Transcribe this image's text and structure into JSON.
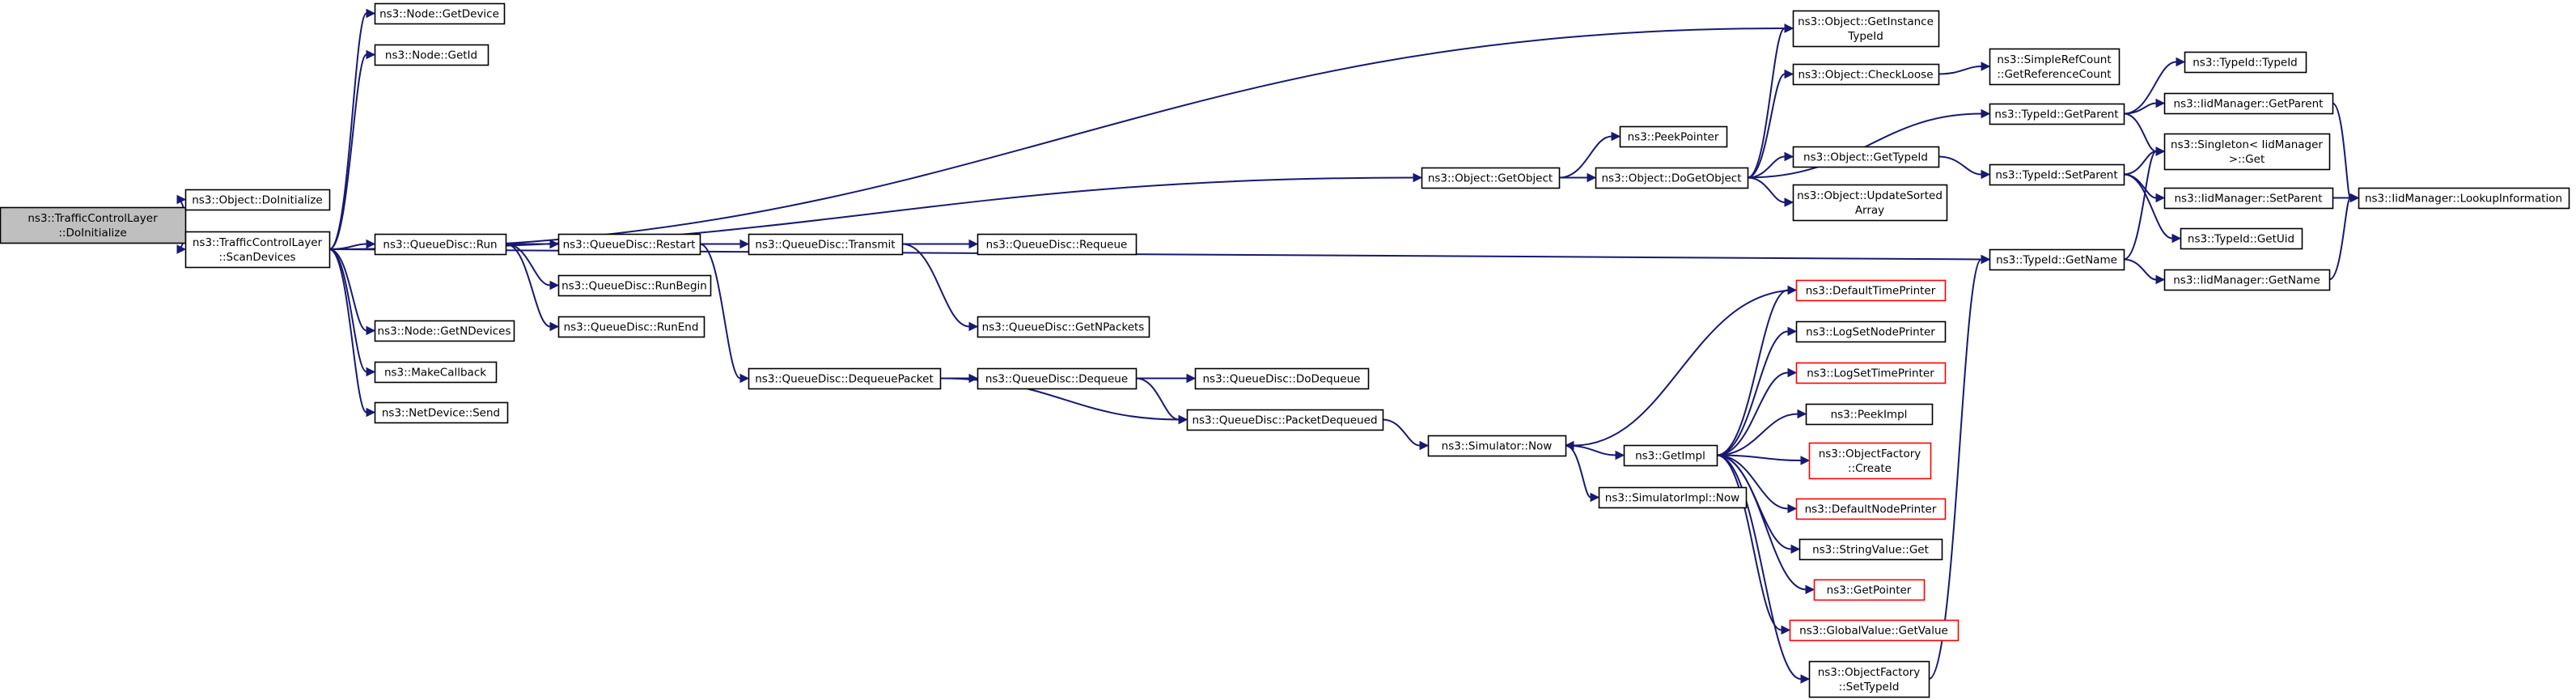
{
  "colors": {
    "edge": "#191970",
    "normal_border": "#000000",
    "missing_border": "#ff0000",
    "root_fill": "#bfbfbf",
    "fill": "#ffffff"
  },
  "nodes": [
    {
      "id": "root",
      "lines": [
        "ns3::TrafficControlLayer",
        "::DoInitialize"
      ],
      "style": "root"
    },
    {
      "id": "obj_doinit",
      "lines": [
        "ns3::Object::DoInitialize"
      ],
      "style": "normal"
    },
    {
      "id": "scan",
      "lines": [
        "ns3::TrafficControlLayer",
        "::ScanDevices"
      ],
      "style": "normal"
    },
    {
      "id": "getdevice",
      "lines": [
        "ns3::Node::GetDevice"
      ],
      "style": "normal"
    },
    {
      "id": "getid",
      "lines": [
        "ns3::Node::GetId"
      ],
      "style": "normal"
    },
    {
      "id": "qd_run",
      "lines": [
        "ns3::QueueDisc::Run"
      ],
      "style": "normal"
    },
    {
      "id": "getndev",
      "lines": [
        "ns3::Node::GetNDevices"
      ],
      "style": "normal"
    },
    {
      "id": "makecb",
      "lines": [
        "ns3::MakeCallback"
      ],
      "style": "normal"
    },
    {
      "id": "send",
      "lines": [
        "ns3::NetDevice::Send"
      ],
      "style": "normal"
    },
    {
      "id": "restart",
      "lines": [
        "ns3::QueueDisc::Restart"
      ],
      "style": "normal"
    },
    {
      "id": "runbegin",
      "lines": [
        "ns3::QueueDisc::RunBegin"
      ],
      "style": "normal"
    },
    {
      "id": "runend",
      "lines": [
        "ns3::QueueDisc::RunEnd"
      ],
      "style": "normal"
    },
    {
      "id": "transmit",
      "lines": [
        "ns3::QueueDisc::Transmit"
      ],
      "style": "normal"
    },
    {
      "id": "deqpkt",
      "lines": [
        "ns3::QueueDisc::DequeuePacket"
      ],
      "style": "normal"
    },
    {
      "id": "requeue",
      "lines": [
        "ns3::QueueDisc::Requeue"
      ],
      "style": "normal"
    },
    {
      "id": "getnpk",
      "lines": [
        "ns3::QueueDisc::GetNPackets"
      ],
      "style": "normal"
    },
    {
      "id": "dequeue",
      "lines": [
        "ns3::QueueDisc::Dequeue"
      ],
      "style": "normal"
    },
    {
      "id": "pktdeq",
      "lines": [
        "ns3::QueueDisc::PacketDequeued"
      ],
      "style": "normal"
    },
    {
      "id": "dodequeue",
      "lines": [
        "ns3::QueueDisc::DoDequeue"
      ],
      "style": "normal"
    },
    {
      "id": "getobject",
      "lines": [
        "ns3::Object::GetObject"
      ],
      "style": "normal"
    },
    {
      "id": "peekptr",
      "lines": [
        "ns3::PeekPointer"
      ],
      "style": "normal"
    },
    {
      "id": "dogetobj",
      "lines": [
        "ns3::Object::DoGetObject"
      ],
      "style": "normal"
    },
    {
      "id": "getinst",
      "lines": [
        "ns3::Object::GetInstance",
        "TypeId"
      ],
      "style": "normal"
    },
    {
      "id": "checkloose",
      "lines": [
        "ns3::Object::CheckLoose"
      ],
      "style": "normal"
    },
    {
      "id": "objgettid",
      "lines": [
        "ns3::Object::GetTypeId"
      ],
      "style": "normal"
    },
    {
      "id": "updsorted",
      "lines": [
        "ns3::Object::UpdateSorted",
        "Array"
      ],
      "style": "normal"
    },
    {
      "id": "simplerefc",
      "lines": [
        "ns3::SimpleRefCount",
        "::GetReferenceCount"
      ],
      "style": "normal"
    },
    {
      "id": "tid_getparent",
      "lines": [
        "ns3::TypeId::GetParent"
      ],
      "style": "normal"
    },
    {
      "id": "tid_setparent",
      "lines": [
        "ns3::TypeId::SetParent"
      ],
      "style": "normal"
    },
    {
      "id": "tid_getname",
      "lines": [
        "ns3::TypeId::GetName"
      ],
      "style": "normal"
    },
    {
      "id": "tid_typeid",
      "lines": [
        "ns3::TypeId::TypeId"
      ],
      "style": "normal"
    },
    {
      "id": "iid_getparent",
      "lines": [
        "ns3::IidManager::GetParent"
      ],
      "style": "normal"
    },
    {
      "id": "singleton",
      "lines": [
        "ns3::Singleton< IidManager",
        ">::Get"
      ],
      "style": "normal"
    },
    {
      "id": "iid_setparent",
      "lines": [
        "ns3::IidManager::SetParent"
      ],
      "style": "normal"
    },
    {
      "id": "tid_getuid",
      "lines": [
        "ns3::TypeId::GetUid"
      ],
      "style": "normal"
    },
    {
      "id": "iid_getname",
      "lines": [
        "ns3::IidManager::GetName"
      ],
      "style": "normal"
    },
    {
      "id": "iid_lookup",
      "lines": [
        "ns3::IidManager::LookupInformation"
      ],
      "style": "normal"
    },
    {
      "id": "sim_now",
      "lines": [
        "ns3::Simulator::Now"
      ],
      "style": "normal"
    },
    {
      "id": "getimpl",
      "lines": [
        "ns3::GetImpl"
      ],
      "style": "normal"
    },
    {
      "id": "simimpl_now",
      "lines": [
        "ns3::SimulatorImpl::Now"
      ],
      "style": "normal"
    },
    {
      "id": "deftimeprinter",
      "lines": [
        "ns3::DefaultTimePrinter"
      ],
      "style": "missing"
    },
    {
      "id": "logsetnode",
      "lines": [
        "ns3::LogSetNodePrinter"
      ],
      "style": "normal"
    },
    {
      "id": "logsettime",
      "lines": [
        "ns3::LogSetTimePrinter"
      ],
      "style": "missing"
    },
    {
      "id": "peekimpl",
      "lines": [
        "ns3::PeekImpl"
      ],
      "style": "normal"
    },
    {
      "id": "objfactcreate",
      "lines": [
        "ns3::ObjectFactory",
        "::Create"
      ],
      "style": "missing"
    },
    {
      "id": "defnodeprinter",
      "lines": [
        "ns3::DefaultNodePrinter"
      ],
      "style": "missing"
    },
    {
      "id": "strvalget",
      "lines": [
        "ns3::StringValue::Get"
      ],
      "style": "normal"
    },
    {
      "id": "getpointer",
      "lines": [
        "ns3::GetPointer"
      ],
      "style": "missing"
    },
    {
      "id": "globalval",
      "lines": [
        "ns3::GlobalValue::GetValue"
      ],
      "style": "missing"
    },
    {
      "id": "objfactset",
      "lines": [
        "ns3::ObjectFactory",
        "::SetTypeId"
      ],
      "style": "normal"
    }
  ],
  "edges": [
    {
      "from": "root",
      "to": "obj_doinit"
    },
    {
      "from": "root",
      "to": "scan"
    },
    {
      "from": "scan",
      "to": "getdevice"
    },
    {
      "from": "scan",
      "to": "getid"
    },
    {
      "from": "scan",
      "to": "getinst"
    },
    {
      "from": "scan",
      "to": "getobject"
    },
    {
      "from": "scan",
      "to": "tid_getname"
    },
    {
      "from": "scan",
      "to": "qd_run"
    },
    {
      "from": "scan",
      "to": "getndev"
    },
    {
      "from": "scan",
      "to": "makecb"
    },
    {
      "from": "scan",
      "to": "send"
    },
    {
      "from": "qd_run",
      "to": "restart"
    },
    {
      "from": "qd_run",
      "to": "runbegin"
    },
    {
      "from": "qd_run",
      "to": "runend"
    },
    {
      "from": "restart",
      "to": "transmit"
    },
    {
      "from": "restart",
      "to": "deqpkt"
    },
    {
      "from": "transmit",
      "to": "requeue"
    },
    {
      "from": "transmit",
      "to": "getnpk"
    },
    {
      "from": "deqpkt",
      "to": "dequeue"
    },
    {
      "from": "deqpkt",
      "to": "pktdeq"
    },
    {
      "from": "dequeue",
      "to": "dodequeue"
    },
    {
      "from": "dequeue",
      "to": "pktdeq"
    },
    {
      "from": "pktdeq",
      "to": "sim_now"
    },
    {
      "from": "getobject",
      "to": "peekptr"
    },
    {
      "from": "getobject",
      "to": "dogetobj"
    },
    {
      "from": "dogetobj",
      "to": "getinst"
    },
    {
      "from": "dogetobj",
      "to": "checkloose"
    },
    {
      "from": "dogetobj",
      "to": "objgettid"
    },
    {
      "from": "dogetobj",
      "to": "updsorted"
    },
    {
      "from": "dogetobj",
      "to": "tid_getparent"
    },
    {
      "from": "checkloose",
      "to": "simplerefc"
    },
    {
      "from": "objgettid",
      "to": "tid_setparent"
    },
    {
      "from": "tid_getparent",
      "to": "tid_typeid"
    },
    {
      "from": "tid_getparent",
      "to": "iid_getparent"
    },
    {
      "from": "tid_getparent",
      "to": "singleton"
    },
    {
      "from": "iid_getparent",
      "to": "iid_lookup"
    },
    {
      "from": "tid_setparent",
      "to": "singleton"
    },
    {
      "from": "tid_setparent",
      "to": "iid_setparent"
    },
    {
      "from": "tid_setparent",
      "to": "tid_getuid"
    },
    {
      "from": "iid_setparent",
      "to": "iid_lookup"
    },
    {
      "from": "tid_getname",
      "to": "singleton"
    },
    {
      "from": "tid_getname",
      "to": "iid_getname"
    },
    {
      "from": "iid_getname",
      "to": "iid_lookup"
    },
    {
      "from": "sim_now",
      "to": "getimpl"
    },
    {
      "from": "sim_now",
      "to": "simimpl_now"
    },
    {
      "from": "getimpl",
      "to": "deftimeprinter"
    },
    {
      "from": "getimpl",
      "to": "logsetnode"
    },
    {
      "from": "getimpl",
      "to": "logsettime"
    },
    {
      "from": "getimpl",
      "to": "peekimpl"
    },
    {
      "from": "getimpl",
      "to": "objfactcreate"
    },
    {
      "from": "getimpl",
      "to": "defnodeprinter"
    },
    {
      "from": "getimpl",
      "to": "strvalget"
    },
    {
      "from": "getimpl",
      "to": "getpointer"
    },
    {
      "from": "getimpl",
      "to": "globalval"
    },
    {
      "from": "getimpl",
      "to": "objfactset"
    },
    {
      "from": "deftimeprinter",
      "to": "sim_now"
    },
    {
      "from": "objfactset",
      "to": "tid_getname"
    }
  ]
}
